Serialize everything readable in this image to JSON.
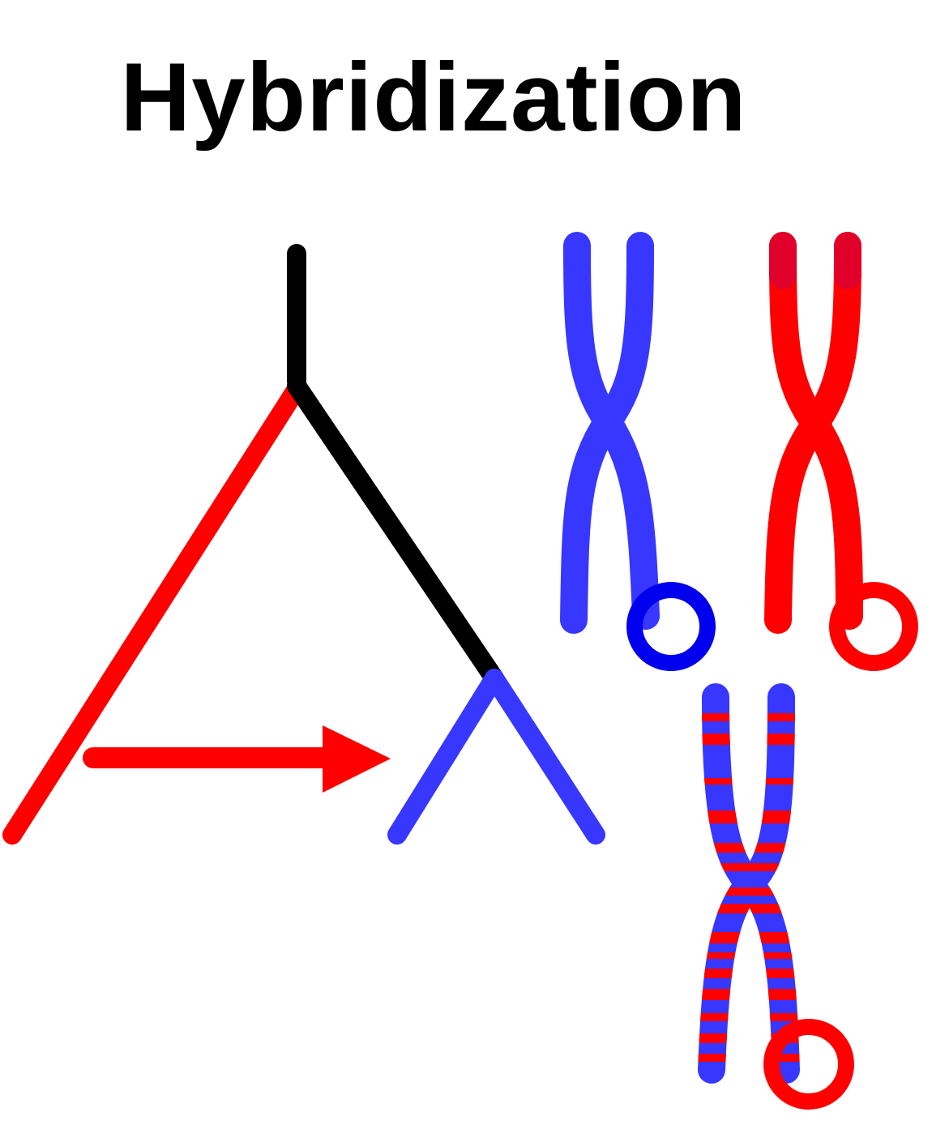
{
  "title": "Hybridization",
  "colors": {
    "red": "#ff0000",
    "blue": "#3737ff",
    "dark_blue": "#0000ee",
    "black": "#000000",
    "crimson_tip": "#e0002a"
  },
  "diagram": {
    "tree": {
      "branches": [
        "ancestor-stem",
        "left-lineage",
        "right-lineage",
        "blue-child-left",
        "blue-child-right"
      ],
      "arrow": "hybridization-arrow"
    },
    "chromosomes": [
      "blue-chromosome",
      "red-chromosome",
      "hybrid-chromosome"
    ]
  }
}
